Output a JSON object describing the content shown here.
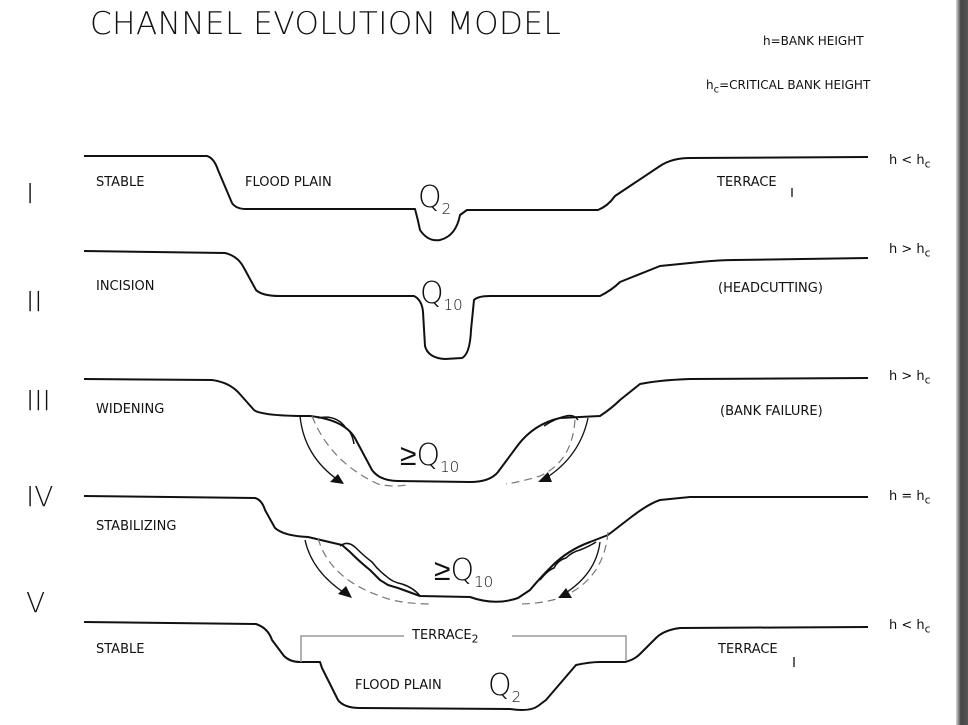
{
  "title": "CHANNEL EVOLUTION MODEL",
  "legend": {
    "h_def": "h=BANK HEIGHT",
    "hc_prefix": "h",
    "hc_sub": "c",
    "hc_def": "=CRITICAL BANK HEIGHT"
  },
  "stages": [
    {
      "numeral": "I",
      "left_label": "STABLE",
      "mid_label": "FLOOD PLAIN",
      "right_label": "TERRACE",
      "right_sub": "1",
      "flow": "Q",
      "flow_sub": "2",
      "condition": "h < h",
      "condition_sub": "c"
    },
    {
      "numeral": "II",
      "left_label": "INCISION",
      "right_label": "(HEADCUTTING)",
      "flow": "Q",
      "flow_sub": "10",
      "condition": "h > h",
      "condition_sub": "c"
    },
    {
      "numeral": "III",
      "left_label": "WIDENING",
      "right_label": "(BANK FAILURE)",
      "flow": "≥Q",
      "flow_sub": "10",
      "condition": "h > h",
      "condition_sub": "c"
    },
    {
      "numeral": "IV",
      "left_label": "STABILIZING",
      "flow": "≥Q",
      "flow_sub": "10",
      "condition": "h = h",
      "condition_sub": "c"
    },
    {
      "numeral": "V",
      "left_label": "STABLE",
      "mid_label": "FLOOD PLAIN",
      "top_label": "TERRACE",
      "top_sub": "2",
      "right_label": "TERRACE",
      "right_sub": "1",
      "flow": "Q",
      "flow_sub": "2",
      "condition": "h < h",
      "condition_sub": "c"
    }
  ]
}
